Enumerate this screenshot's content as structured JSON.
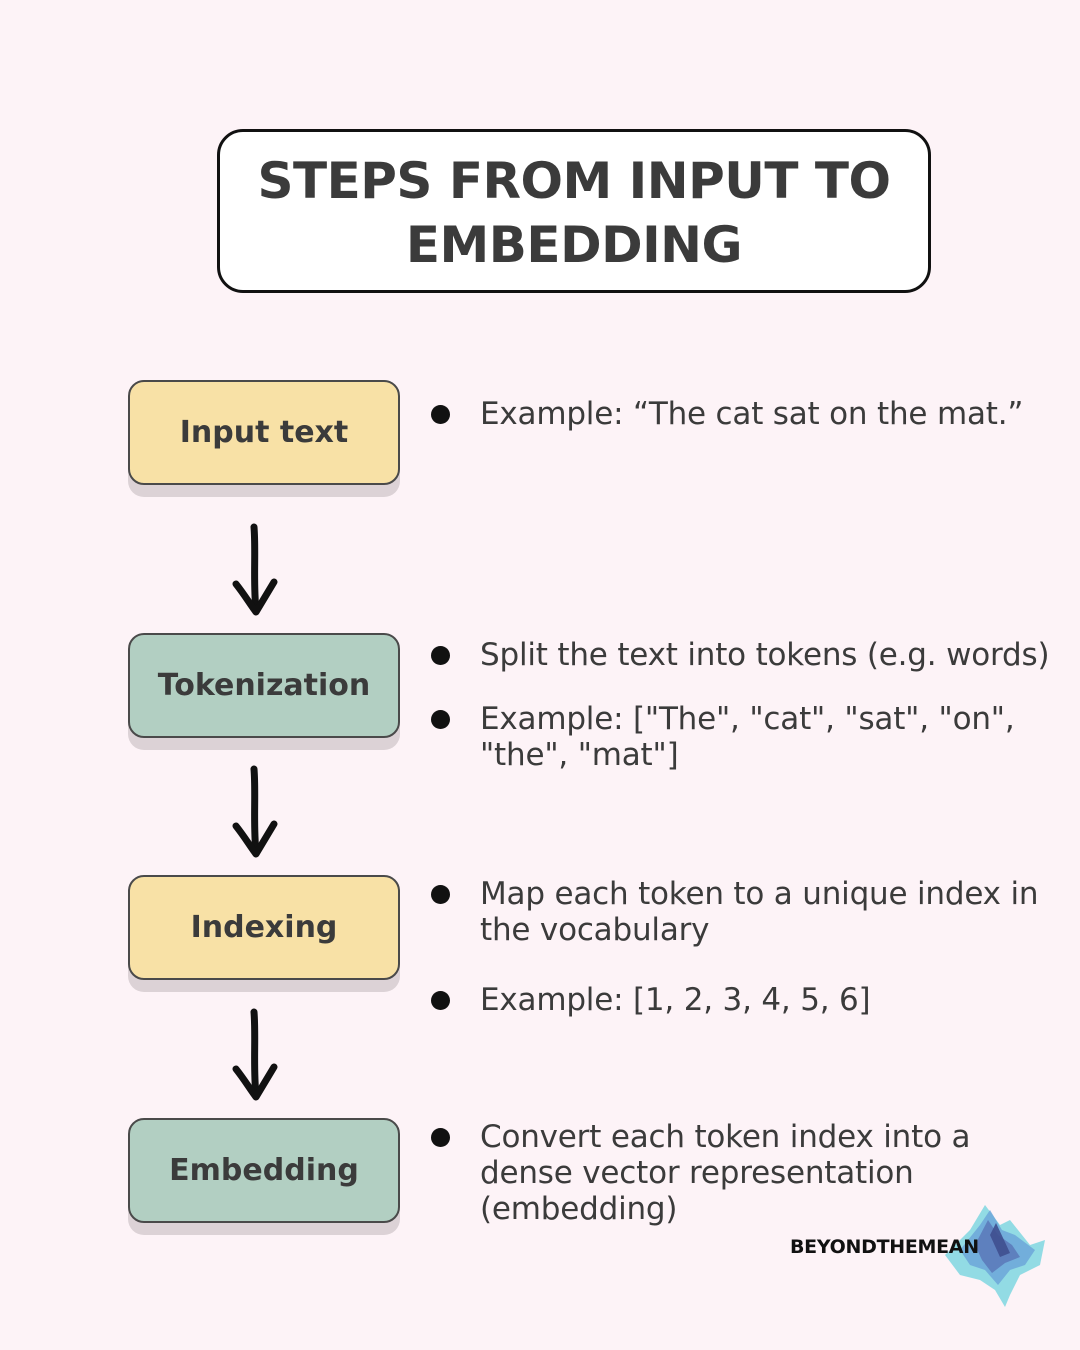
{
  "title": {
    "line1": "STEPS FROM INPUT TO",
    "line2": "EMBEDDING"
  },
  "colors": {
    "background": "#fdf3f7",
    "step_yellow": "#f8e1a6",
    "step_green": "#b2cfc2",
    "text": "#3b3b3b"
  },
  "steps": [
    {
      "label": "Input text",
      "color": "yellow",
      "bullets": [
        "Example: “The cat sat on the mat.”"
      ]
    },
    {
      "label": "Tokenization",
      "color": "green",
      "bullets": [
        "Split the text into tokens (e.g. words)",
        "Example: [\"The\", \"cat\", \"sat\", \"on\", \"the\", \"mat\"]"
      ]
    },
    {
      "label": "Indexing",
      "color": "yellow",
      "bullets": [
        "Map each token to a unique index in the vocabulary",
        "Example: [1, 2, 3, 4, 5, 6]"
      ]
    },
    {
      "label": "Embedding",
      "color": "green",
      "bullets": [
        "Convert each token index into a dense vector representation (embedding)"
      ]
    }
  ],
  "logo": {
    "text": "BEYONDTHEMEAN"
  }
}
